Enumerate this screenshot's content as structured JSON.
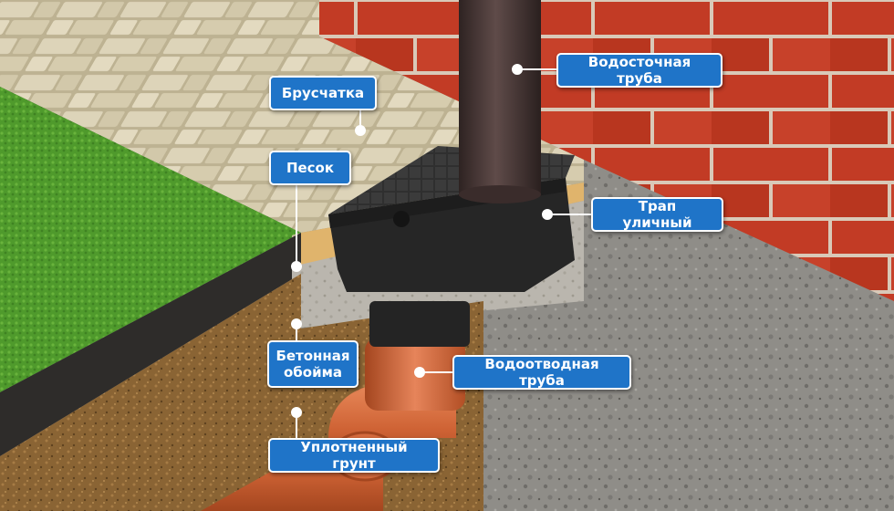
{
  "labels": {
    "downpipe": "Водосточная труба",
    "paving": "Брусчатка",
    "sand": "Песок",
    "street_drain": "Трап уличный",
    "concrete_collar": "Бетонная\nобойма",
    "drain_pipe": "Водоотводная труба",
    "compacted_soil": "Уплотненный грунт"
  },
  "colors": {
    "callout_bg": "#1f74c8",
    "callout_border": "#ffffff",
    "brick": "#c23b25",
    "mortar": "#d9c9b8",
    "grass": "#4f9a2c",
    "paving": "#d8cfb4",
    "sand": "#e0b46c",
    "soil": "#8a6434",
    "concrete": "#8f8d88",
    "downpipe": "#4d3c3b",
    "drain": "#2b2b2b",
    "pvc_pipe": "#d46a3d"
  }
}
